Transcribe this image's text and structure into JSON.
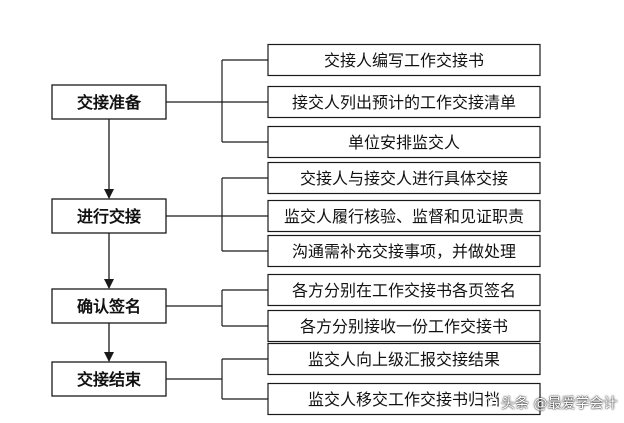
{
  "stages": [
    {
      "label": "交接准备",
      "tasks": [
        "交接人编写工作交接书",
        "接交人列出预计的工作交接清单",
        "单位安排监交人"
      ]
    },
    {
      "label": "进行交接",
      "tasks": [
        "交接人与接交人进行具体交接",
        "监交人履行核验、监督和见证职责",
        "沟通需补充交接事项，并做处理"
      ]
    },
    {
      "label": "确认签名",
      "tasks": [
        "各方分别在工作交接书各页签名",
        "各方分别接收一份工作交接书"
      ]
    },
    {
      "label": "交接结束",
      "tasks": [
        "监交人向上级汇报交接结果",
        "监交人移交工作交接书归档"
      ]
    }
  ],
  "watermark": "头条 @最爱学会计",
  "colors": {
    "line": "#1a1a1a",
    "box_fill": "#ffffff",
    "text": "#111111"
  }
}
